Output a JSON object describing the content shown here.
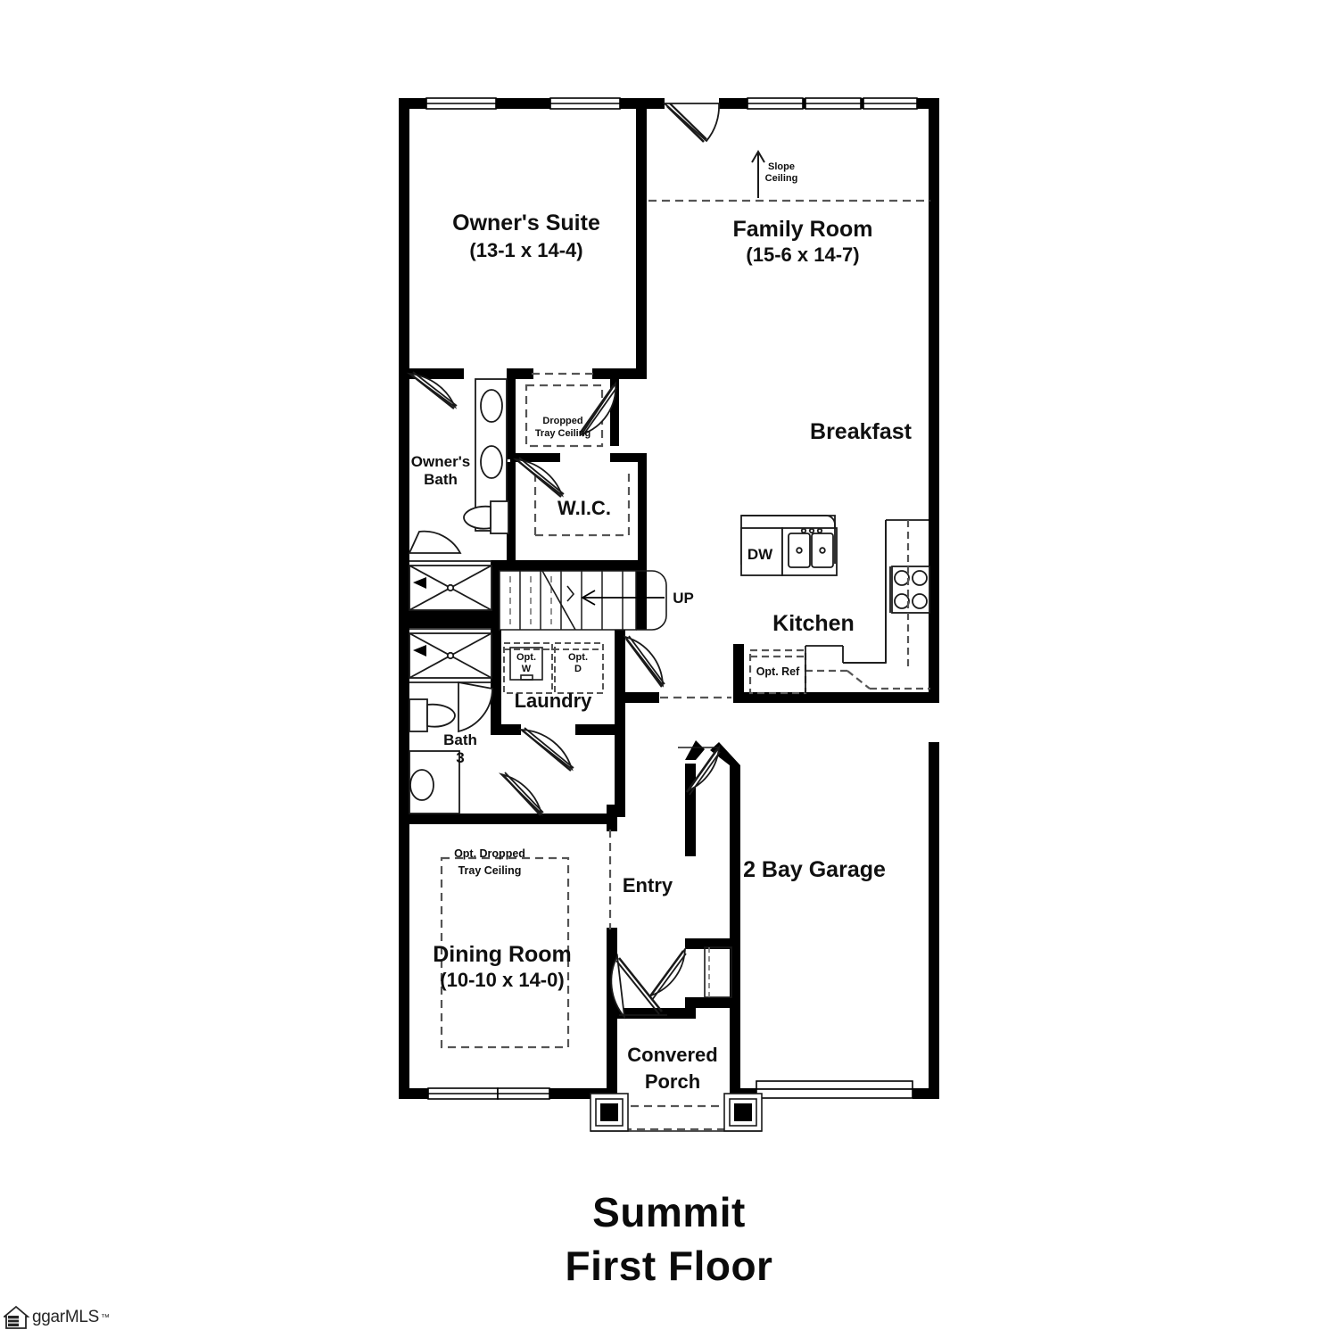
{
  "document": {
    "title": "Summit",
    "subtitle": "First Floor",
    "watermark": "ggarMLS",
    "watermark_tm": "™",
    "watermark_icon": "house-icon"
  },
  "rooms": [
    {
      "key": "owners_suite",
      "name": "Owner's Suite",
      "dimensions": "(13-1 x 14-4)"
    },
    {
      "key": "family_room",
      "name": "Family Room",
      "dimensions": "(15-6 x 14-7)"
    },
    {
      "key": "breakfast",
      "name": "Breakfast",
      "dimensions": ""
    },
    {
      "key": "kitchen",
      "name": "Kitchen",
      "dimensions": ""
    },
    {
      "key": "owners_bath_l1",
      "name": "Owner's",
      "dimensions": ""
    },
    {
      "key": "owners_bath_l2",
      "name": "Bath",
      "dimensions": ""
    },
    {
      "key": "wic",
      "name": "W.I.C.",
      "dimensions": ""
    },
    {
      "key": "laundry",
      "name": "Laundry",
      "dimensions": ""
    },
    {
      "key": "bath3_l1",
      "name": "Bath",
      "dimensions": ""
    },
    {
      "key": "bath3_l2",
      "name": "3",
      "dimensions": ""
    },
    {
      "key": "dining_room",
      "name": "Dining Room",
      "dimensions": "(10-10 x 14-0)"
    },
    {
      "key": "entry",
      "name": "Entry",
      "dimensions": ""
    },
    {
      "key": "garage",
      "name": "2 Bay Garage",
      "dimensions": ""
    },
    {
      "key": "porch_l1",
      "name": "Convered",
      "dimensions": ""
    },
    {
      "key": "porch_l2",
      "name": "Porch",
      "dimensions": ""
    }
  ],
  "annotations": {
    "slope_ceiling_l1": "Slope",
    "slope_ceiling_l2": "Ceiling",
    "dropped_tray_l1": "Dropped",
    "dropped_tray_l2": "Tray Ceiling",
    "opt_dropped_l1": "Opt. Dropped",
    "opt_dropped_l2": "Tray Ceiling",
    "stairs_direction": "UP",
    "dishwasher": "DW",
    "opt_washer_l1": "Opt.",
    "opt_washer_l2": "W",
    "opt_dryer_l1": "Opt.",
    "opt_dryer_l2": "D",
    "opt_refrigerator": "Opt. Ref"
  },
  "colors": {
    "wall": "#000000",
    "fixture_line": "#1a1a1a",
    "dashed": "#666666",
    "text": "#101010",
    "background": "#ffffff"
  }
}
